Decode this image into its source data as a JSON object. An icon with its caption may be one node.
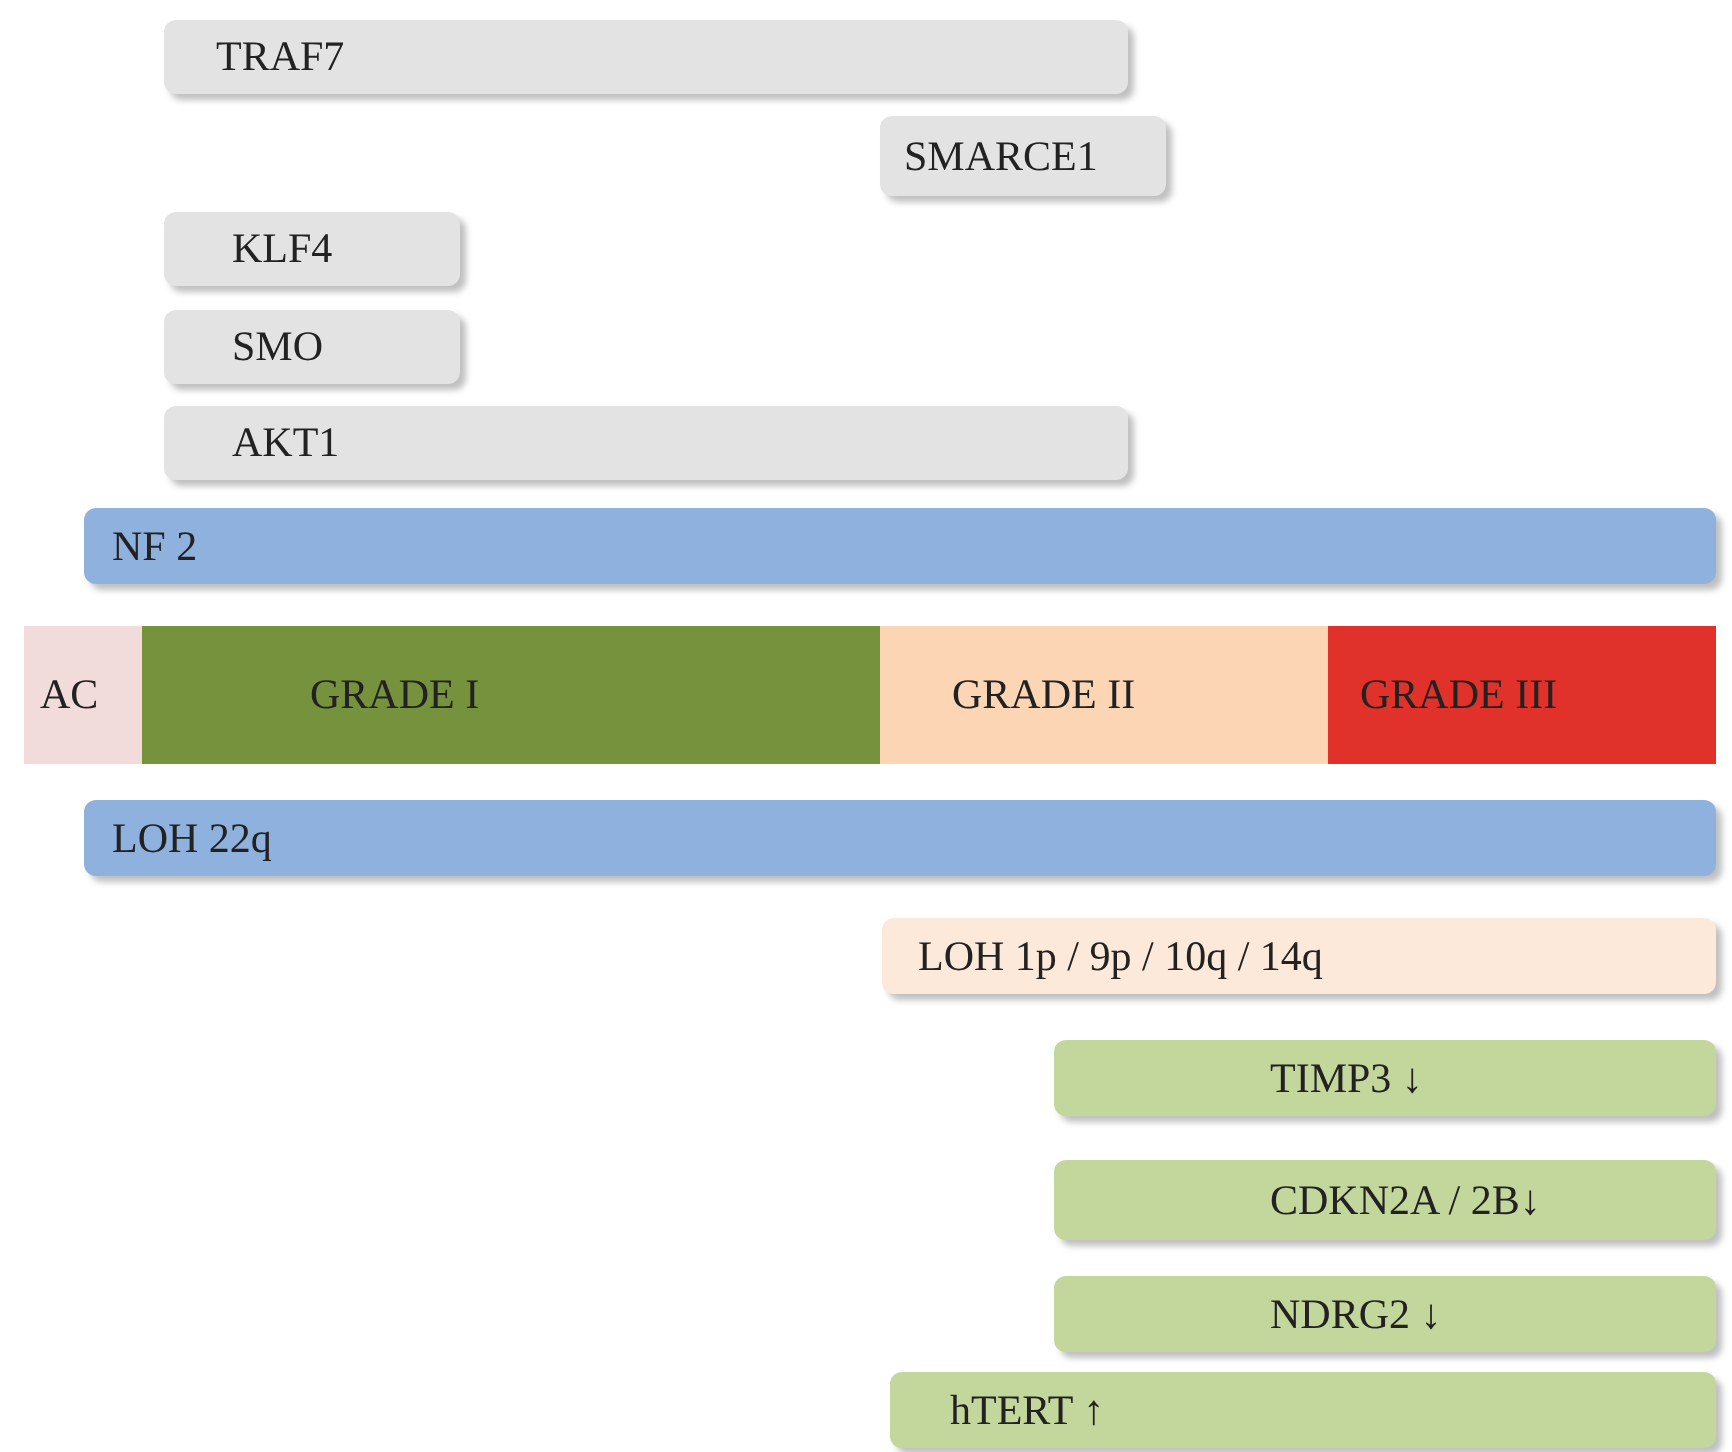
{
  "diagram": {
    "nodes": [
      {
        "text": [
          "TRAF7"
        ]
      },
      {
        "text": [
          "SMARCE1"
        ]
      },
      {
        "text": [
          "KLF4"
        ]
      },
      {
        "text": [
          "SMO"
        ]
      },
      {
        "text": [
          "AKT1"
        ]
      },
      {
        "text": [
          "NF 2"
        ]
      },
      {
        "text": [
          "AC"
        ]
      },
      {
        "text": [
          "GRADE I"
        ]
      },
      {
        "text": [
          "GRADE II"
        ]
      },
      {
        "text": [
          "GRADE III"
        ]
      },
      {
        "text": [
          "LOH 22q"
        ]
      },
      {
        "text": [
          "LOH 1p / 9p / 10q / 14q"
        ]
      },
      {
        "text": [
          "TIMP3 ↓"
        ]
      },
      {
        "text": [
          "CDKN2A / 2B↓"
        ]
      },
      {
        "text": [
          "NDRG2 ↓"
        ]
      },
      {
        "text": [
          "hTERT ↑"
        ]
      }
    ]
  }
}
